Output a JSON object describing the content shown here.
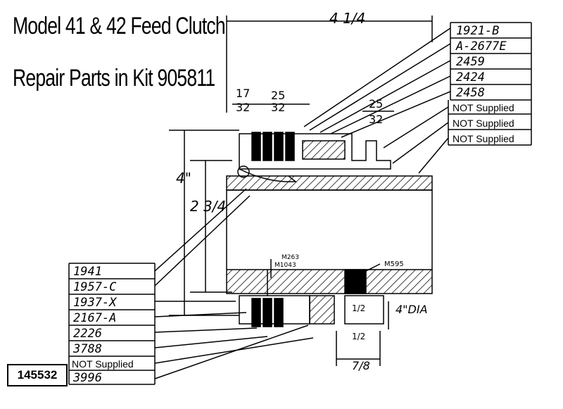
{
  "title": {
    "line1": "Model 41 & 42 Feed Clutch",
    "line2": "Repair Parts in Kit 905811"
  },
  "part_number": "145532",
  "upper_parts": [
    "1921-B",
    "A-2677E",
    "2459",
    "2424",
    "2458",
    "NOT Supplied",
    "NOT Supplied",
    "NOT Supplied"
  ],
  "lower_parts": [
    "1941",
    "1957-C",
    "1937-X",
    "2167-A",
    "2226",
    "3788",
    "NOT Supplied",
    "3996"
  ],
  "annotations": {
    "m263": "M263",
    "m1043": "M1043",
    "m595": "M595"
  },
  "dimensions": {
    "overall_width": "4 1/4",
    "d17": "17",
    "d32a": "32",
    "d25": "25",
    "d32b": "32",
    "d25b": "25",
    "d32c": "32",
    "height": "4\"",
    "h234": "2 3/4",
    "dia": "4\"DIA",
    "half1": "1/2",
    "half2": "1/2",
    "seven_eighths": "7/8"
  }
}
